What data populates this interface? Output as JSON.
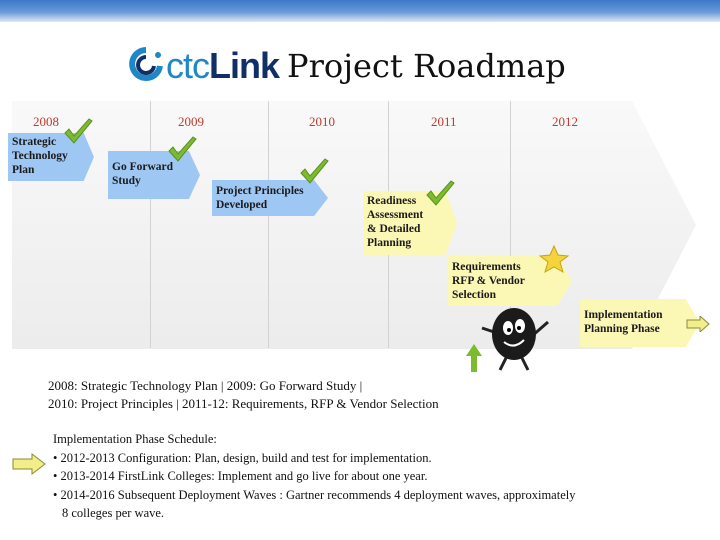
{
  "header": {
    "logo_ctc": "ctc",
    "logo_link": "Link",
    "title": "Project Roadmap"
  },
  "timeline": {
    "years": [
      "2008",
      "2009",
      "2010",
      "2011",
      "2012"
    ],
    "milestones": [
      {
        "label_lines": [
          "Strategic",
          "Technology",
          "Plan"
        ],
        "status": "complete"
      },
      {
        "label_lines": [
          "Go Forward",
          "Study"
        ],
        "status": "complete"
      },
      {
        "label_lines": [
          "Project Principles",
          "Developed"
        ],
        "status": "complete"
      },
      {
        "label_lines": [
          "Readiness",
          "Assessment",
          "& Detailed",
          "Planning"
        ],
        "status": "complete"
      },
      {
        "label_lines": [
          "Requirements",
          "RFP & Vendor",
          "Selection"
        ],
        "status": "in-progress"
      },
      {
        "label_lines": [
          "Implementation",
          "Planning Phase"
        ],
        "status": "upcoming"
      }
    ]
  },
  "summary": {
    "line1": "2008: Strategic Technology Plan | 2009: Go Forward Study |",
    "line2": "2010: Project Principles | 2011-12: Requirements, RFP & Vendor Selection"
  },
  "schedule": {
    "heading": "Implementation Phase Schedule:",
    "items": [
      "• 2012-2013 Configuration: Plan, design, build and test for implementation.",
      "• 2013-2014 FirstLink Colleges: Implement and go live for about one year.",
      "• 2014-2016 Subsequent Deployment Waves : Gartner recommends 4 deployment waves, approximately"
    ],
    "continuation": "8 colleges per wave."
  },
  "colors": {
    "blue_milestone": "#9fc7f3",
    "yellow_milestone": "#fbf8b6",
    "check_green": "#7cbb2e",
    "year_red": "#c0392b",
    "brand_blue": "#1f87c6",
    "brand_navy": "#0f2f66"
  }
}
